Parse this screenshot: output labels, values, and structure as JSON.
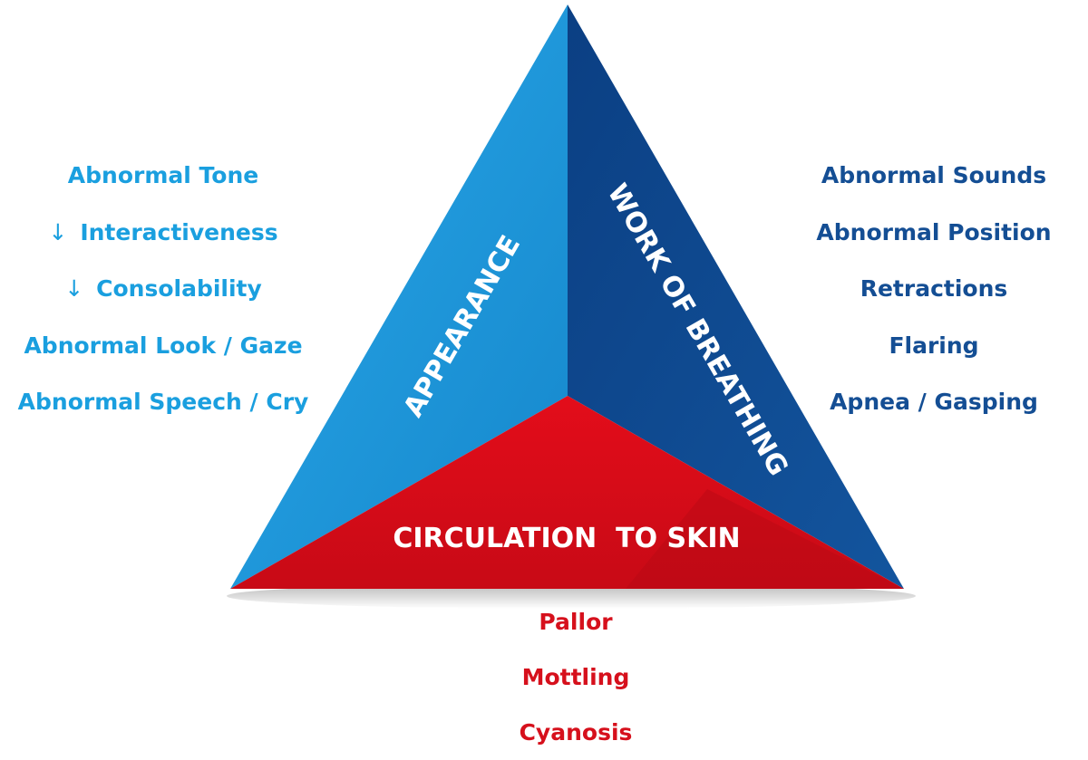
{
  "triangle": {
    "appearance_label": "APPEARANCE",
    "breathing_label": "WORK OF BREATHING",
    "circulation_label": "CIRCULATION  TO SKIN",
    "colors": {
      "appearance": "#1b9de0",
      "breathing": "#0e4a92",
      "circulation": "#e30d1a"
    }
  },
  "appearance_signs": [
    {
      "arrow": "",
      "text": "Abnormal Tone"
    },
    {
      "arrow": "↓",
      "text": "Interactiveness"
    },
    {
      "arrow": "↓",
      "text": "Consolability"
    },
    {
      "arrow": "",
      "text": "Abnormal Look / Gaze"
    },
    {
      "arrow": "",
      "text": "Abnormal Speech / Cry"
    }
  ],
  "breathing_signs": [
    "Abnormal Sounds",
    "Abnormal Position",
    "Retractions",
    "Flaring",
    "Apnea / Gasping"
  ],
  "circulation_signs": [
    "Pallor",
    "Mottling",
    "Cyanosis"
  ]
}
